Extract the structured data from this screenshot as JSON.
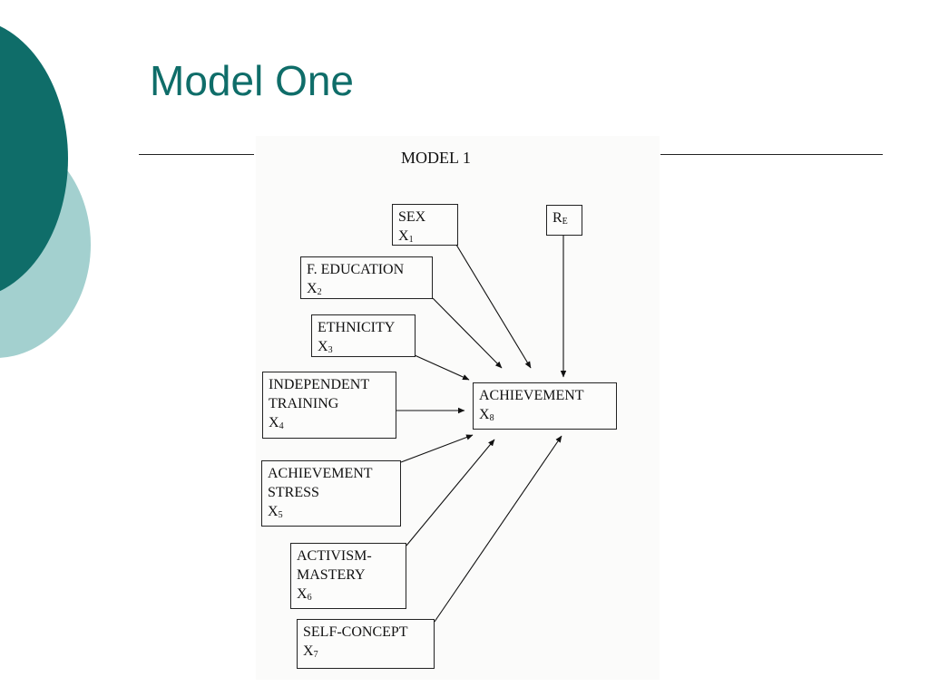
{
  "slide": {
    "title": "Model One"
  },
  "diagram": {
    "heading": "MODEL 1",
    "nodes": {
      "sex": {
        "lines": [
          "SEX"
        ],
        "var": "X",
        "sub": "1"
      },
      "f_education": {
        "lines": [
          "F. EDUCATION"
        ],
        "var": "X",
        "sub": "2"
      },
      "ethnicity": {
        "lines": [
          "ETHNICITY"
        ],
        "var": "X",
        "sub": "3"
      },
      "independent": {
        "lines": [
          "INDEPENDENT",
          "TRAINING"
        ],
        "var": "X",
        "sub": "4"
      },
      "ach_stress": {
        "lines": [
          "ACHIEVEMENT",
          "STRESS"
        ],
        "var": "X",
        "sub": "5"
      },
      "activism": {
        "lines": [
          "ACTIVISM-",
          "MASTERY"
        ],
        "var": "X",
        "sub": "6"
      },
      "self_concept": {
        "lines": [
          "SELF-CONCEPT"
        ],
        "var": "X",
        "sub": "7"
      },
      "achievement": {
        "lines": [
          "ACHIEVEMENT"
        ],
        "var": "X",
        "sub": "8"
      },
      "residual": {
        "lines": [],
        "var": "R",
        "sub": "E"
      }
    },
    "edges": [
      {
        "from": "sex",
        "to": "achievement"
      },
      {
        "from": "f_education",
        "to": "achievement"
      },
      {
        "from": "ethnicity",
        "to": "achievement"
      },
      {
        "from": "independent",
        "to": "achievement"
      },
      {
        "from": "ach_stress",
        "to": "achievement"
      },
      {
        "from": "activism",
        "to": "achievement"
      },
      {
        "from": "self_concept",
        "to": "achievement"
      },
      {
        "from": "residual",
        "to": "achievement"
      }
    ]
  },
  "colors": {
    "accent_dark": "#0f6d69",
    "accent_light": "#a3d0cf"
  }
}
